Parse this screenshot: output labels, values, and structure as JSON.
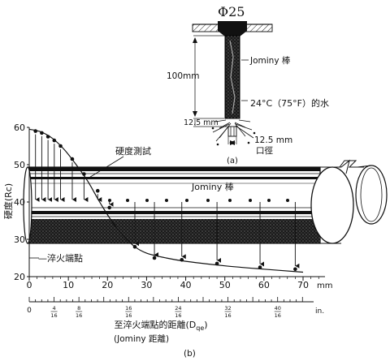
{
  "part_a": {
    "diameter_label": "Φ25",
    "bar_label": "Jominy 棒",
    "length_label": "100mm",
    "water_label": "24°C（75°F）的水",
    "gap_label": "12.5 mm",
    "orifice_label_1": "12.5 mm",
    "orifice_label_2": "口徑",
    "caption": "(a)"
  },
  "part_b": {
    "hardness_test_label": "硬度測試",
    "bar_label": "Jominy 棒",
    "quenched_end_label": "淬火端點",
    "caption": "(b)"
  },
  "chart_data": {
    "type": "line",
    "ylabel": "硬度(Rc)",
    "xlabel": "至淬火端點的距離(D",
    "xlabel_sub": "qe",
    "xlabel_close": ")",
    "xlabel_2": "(Jominy 距離)",
    "x_unit": "mm",
    "x2_unit": "in.",
    "xlim": [
      0,
      70
    ],
    "ylim": [
      20,
      60
    ],
    "x_ticks": [
      0,
      10,
      20,
      30,
      40,
      50,
      60,
      70
    ],
    "y_ticks": [
      20,
      30,
      40,
      50,
      60
    ],
    "x2_ticks": [
      {
        "label": "0",
        "inch": 0
      },
      {
        "num": "4",
        "den": "16",
        "inch": 0.25
      },
      {
        "num": "8",
        "den": "16",
        "inch": 0.5
      },
      {
        "num": "16",
        "den": "16",
        "inch": 1.0
      },
      {
        "num": "24",
        "den": "16",
        "inch": 1.5
      },
      {
        "num": "32",
        "den": "16",
        "inch": 2.0
      },
      {
        "num": "40",
        "den": "16",
        "inch": 2.5
      }
    ],
    "points": [
      {
        "x": 1.6,
        "y": 59
      },
      {
        "x": 3.2,
        "y": 58.5
      },
      {
        "x": 4.8,
        "y": 57.5
      },
      {
        "x": 6.4,
        "y": 56.5
      },
      {
        "x": 8,
        "y": 55
      },
      {
        "x": 11,
        "y": 51.5
      },
      {
        "x": 14,
        "y": 47.5
      },
      {
        "x": 17.5,
        "y": 43
      },
      {
        "x": 20.5,
        "y": 38.5
      },
      {
        "x": 27,
        "y": 28
      },
      {
        "x": 32,
        "y": 25
      },
      {
        "x": 39,
        "y": 24.5
      },
      {
        "x": 48,
        "y": 23.5
      },
      {
        "x": 59,
        "y": 22.5
      },
      {
        "x": 68,
        "y": 22
      }
    ],
    "curve": [
      [
        0,
        59.5
      ],
      [
        3,
        58.8
      ],
      [
        6,
        57
      ],
      [
        9,
        54
      ],
      [
        12,
        50
      ],
      [
        15,
        45.5
      ],
      [
        18,
        40
      ],
      [
        21,
        35
      ],
      [
        24,
        31
      ],
      [
        27,
        28
      ],
      [
        30,
        26.3
      ],
      [
        35,
        25
      ],
      [
        40,
        24.1
      ],
      [
        50,
        22.9
      ],
      [
        60,
        22
      ],
      [
        70,
        21.2
      ]
    ]
  }
}
